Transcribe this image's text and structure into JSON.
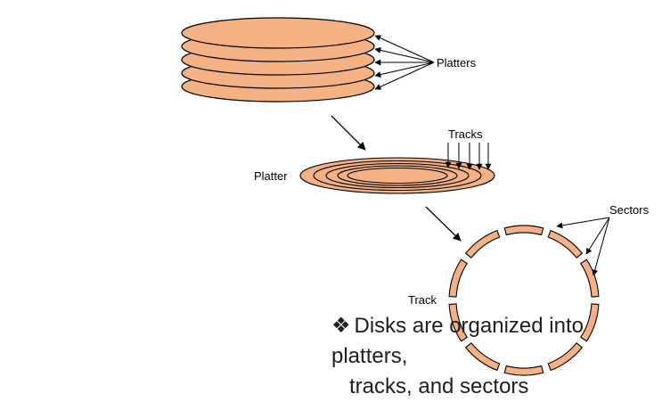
{
  "labels": {
    "platters": "Platters",
    "tracks": "Tracks",
    "platter": "Platter",
    "sectors": "Sectors",
    "track": "Track"
  },
  "bullet": {
    "icon": "diamond-bullet-icon",
    "line1": "Disks are organized into platters,",
    "line2": "tracks, and sectors"
  },
  "colors": {
    "disk_fill": "#F4B183",
    "outline": "#000000"
  }
}
